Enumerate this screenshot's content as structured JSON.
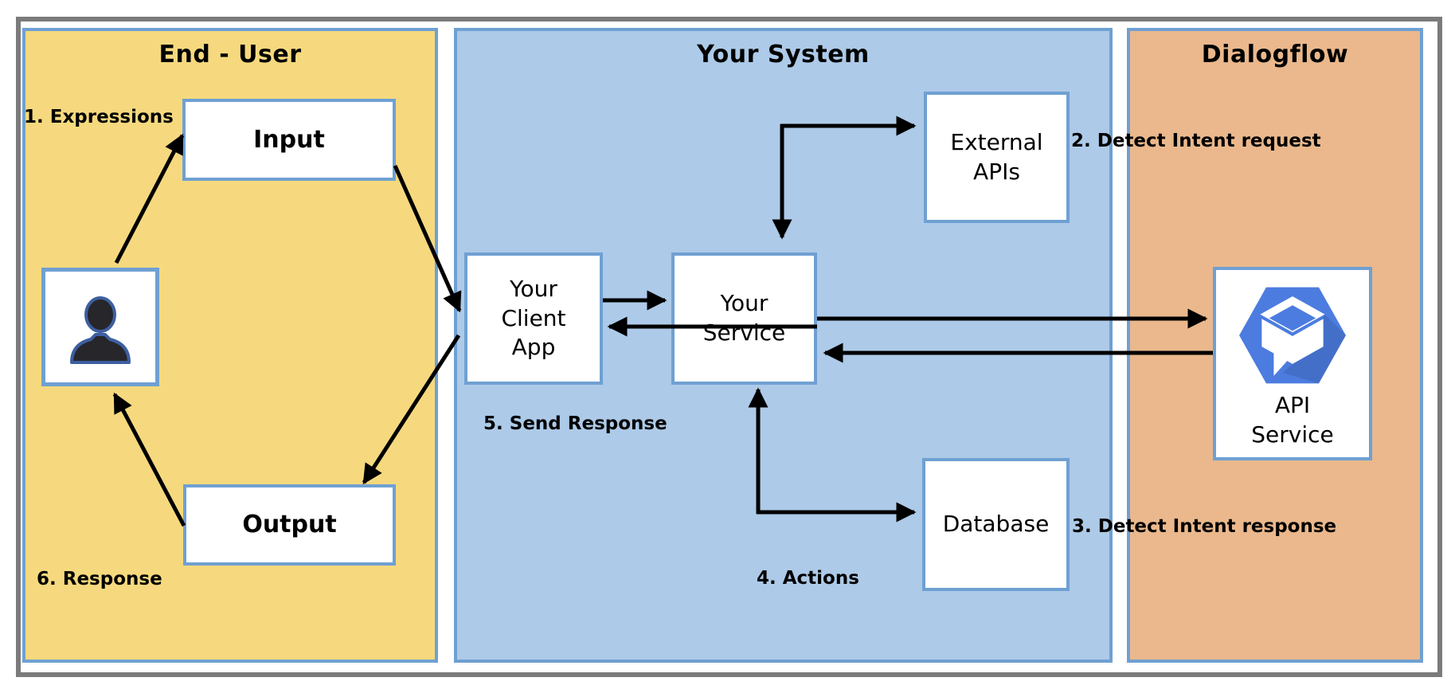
{
  "sections": {
    "end_user": {
      "title": "End - User"
    },
    "your_system": {
      "title": "Your System"
    },
    "dialogflow": {
      "title": "Dialogflow"
    }
  },
  "nodes": {
    "input": {
      "label": "Input"
    },
    "user": {
      "icon": "person-icon"
    },
    "output": {
      "label": "Output"
    },
    "client_app": {
      "label": "Your\nClient\nApp"
    },
    "service": {
      "label": "Your\nService"
    },
    "external_apis": {
      "label": "External\nAPIs"
    },
    "database": {
      "label": "Database"
    },
    "api_service": {
      "label": "API\nService",
      "icon": "dialogflow-icon"
    }
  },
  "flow_labels": {
    "expressions": "1. Expressions",
    "detect_intent_request": "2. Detect Intent request",
    "detect_intent_response": "3. Detect Intent response",
    "actions": "4. Actions",
    "send_response": "5. Send Response",
    "response": "6. Response"
  },
  "colors": {
    "end_user_bg": "#F6D97E",
    "your_system_bg": "#ADCAE8",
    "dialogflow_bg": "#EAB88C",
    "section_border": "#6FA0D2",
    "outer_border": "#7B7B7B",
    "arrow": "#000000",
    "dialogflow_icon_blue": "#4C7CE0",
    "person_fill": "#26262B",
    "person_outline": "#3D5F9F"
  }
}
